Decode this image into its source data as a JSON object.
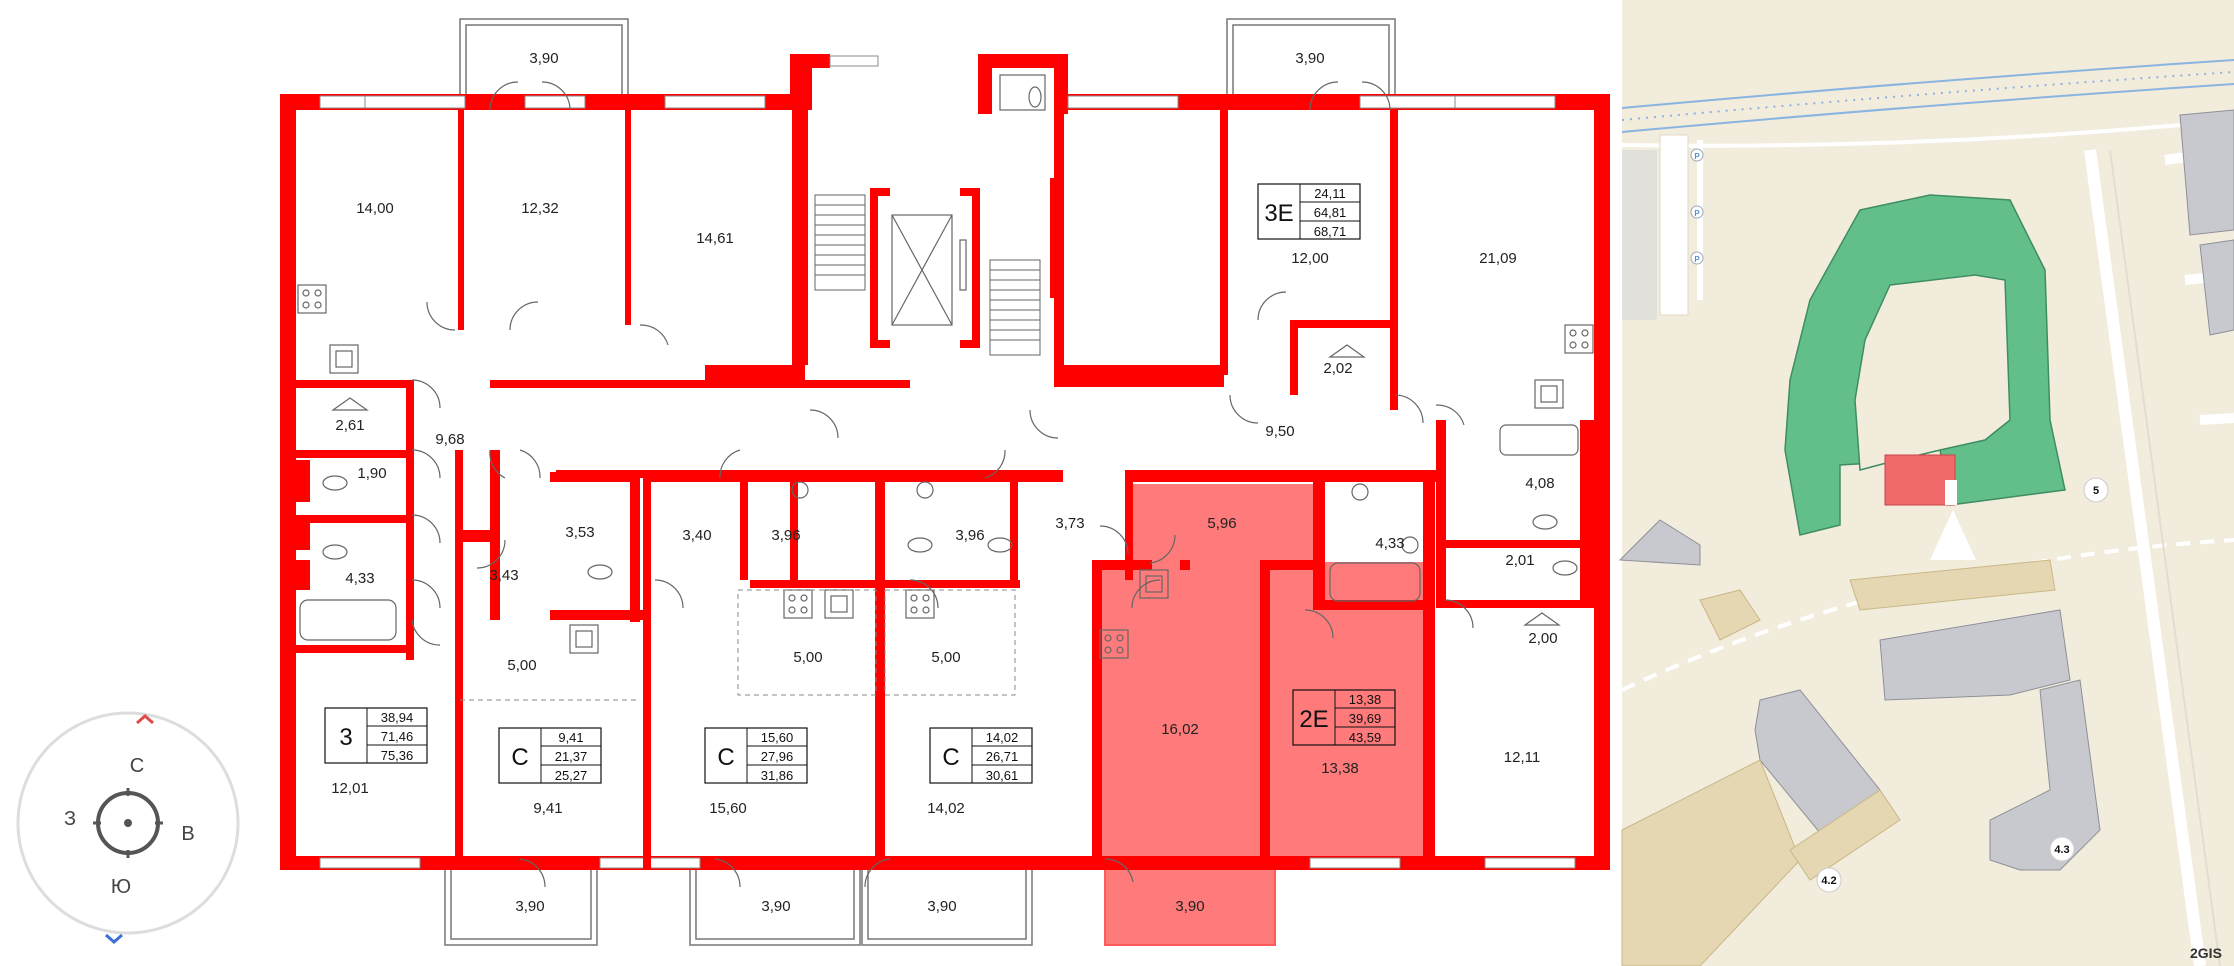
{
  "colors": {
    "wall": "#ff0000",
    "selected_fill": "#ff7a7a",
    "map_bg": "#f2ecdc",
    "map_block_highlight": "#62bf8a",
    "map_block_gray": "#c7c9cf",
    "map_selected": "#f06a6a"
  },
  "plan": {
    "rooms": {
      "r1": "14,00",
      "r2": "12,32",
      "r3": "14,61",
      "r4": "3,90",
      "r5": "3,90",
      "r6": "12,00",
      "r7": "21,09",
      "r8": "2,02",
      "r9": "2,61",
      "r10": "9,68",
      "r11": "1,90",
      "r12": "4,33",
      "r13": "9,50",
      "r14": "4,08",
      "r15": "3,53",
      "r16": "3,43",
      "r17": "3,40",
      "r18": "3,96",
      "r19": "3,96",
      "r20": "3,73",
      "r21": "5,96",
      "r22": "4,33",
      "r23": "2,01",
      "r24": "2,00",
      "r25": "5,00",
      "r26": "5,00",
      "r27": "5,00",
      "r28": "16,02",
      "r29": "13,38",
      "r30": "12,11",
      "r31": "12,01",
      "r32": "9,41",
      "r33": "15,60",
      "r34": "14,02",
      "r35": "3,90",
      "r36": "3,90",
      "r37": "3,90",
      "r38": "3,90"
    },
    "apartments": [
      {
        "code": "3Е",
        "areas": [
          "24,11",
          "64,81",
          "68,71"
        ]
      },
      {
        "code": "3",
        "areas": [
          "38,94",
          "71,46",
          "75,36"
        ]
      },
      {
        "code": "С",
        "areas": [
          "9,41",
          "21,37",
          "25,27"
        ]
      },
      {
        "code": "С",
        "areas": [
          "15,60",
          "27,96",
          "31,86"
        ]
      },
      {
        "code": "С",
        "areas": [
          "14,02",
          "26,71",
          "30,61"
        ]
      },
      {
        "code": "2Е",
        "areas": [
          "13,38",
          "39,69",
          "43,59"
        ]
      }
    ]
  },
  "compass": {
    "north": "С",
    "south": "Ю",
    "west": "З",
    "east": "В",
    "up_icon": "chevron-up-icon",
    "down_icon": "chevron-down-icon"
  },
  "map": {
    "labels": [
      "5",
      "4.2",
      "4.3"
    ],
    "parking": [
      "P",
      "P",
      "P"
    ],
    "brand": "2GIS"
  }
}
